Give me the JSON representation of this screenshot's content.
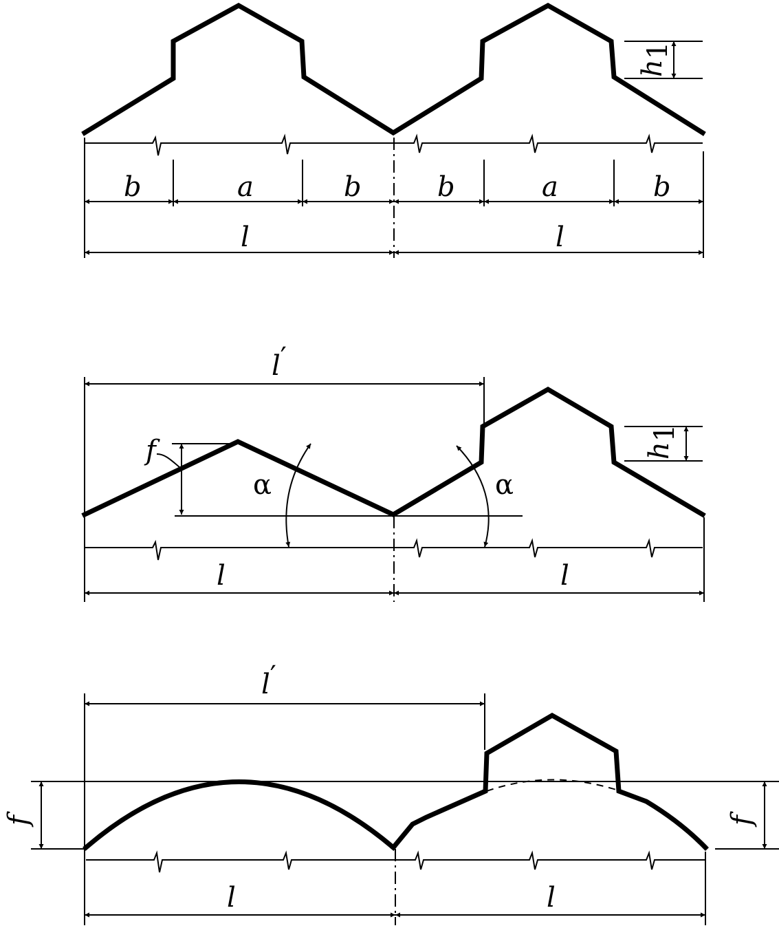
{
  "diagram": {
    "top": {
      "labels": [
        "b",
        "a",
        "b",
        "b",
        "a",
        "b"
      ],
      "span_labels": [
        "l",
        "l"
      ],
      "height_label": "h",
      "height_sub": "1"
    },
    "middle": {
      "overall_label": "l",
      "overall_prime": "′",
      "span_labels": [
        "l",
        "l"
      ],
      "height_label": "h",
      "height_sub": "1",
      "rise_label": "f",
      "angle_labels": [
        "α",
        "α"
      ]
    },
    "bottom": {
      "overall_label": "l",
      "overall_prime": "′",
      "span_labels": [
        "l",
        "l"
      ],
      "rise_labels": [
        "f",
        "f"
      ]
    }
  }
}
